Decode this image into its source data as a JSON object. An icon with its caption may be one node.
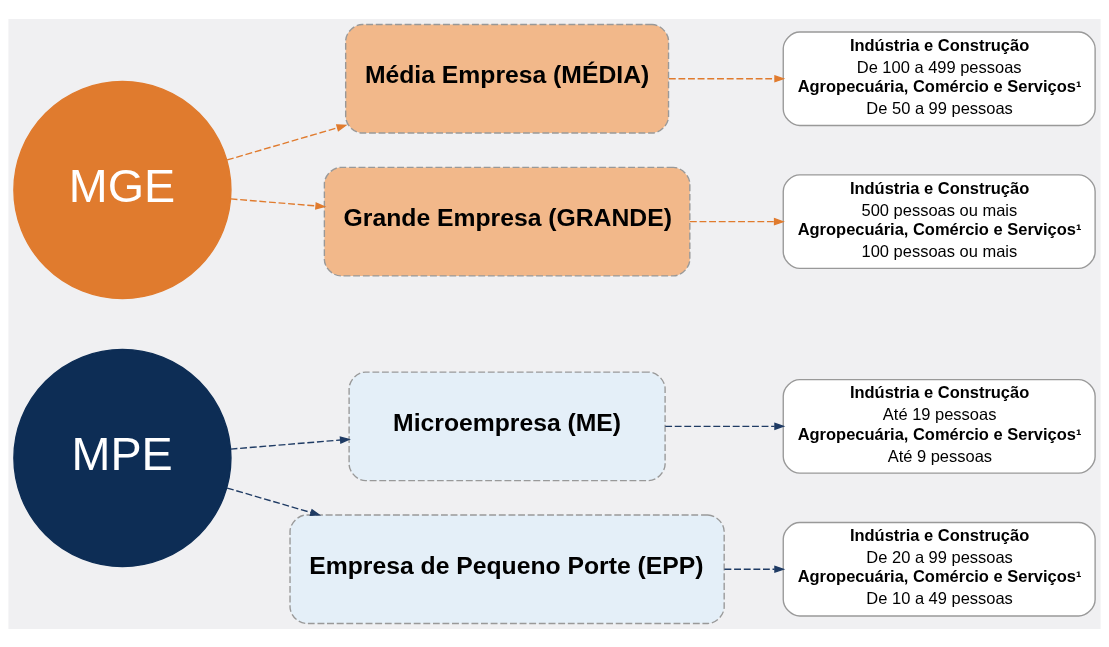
{
  "diagram": {
    "nodes": [
      {
        "text": [
          "MPE"
        ]
      },
      {
        "text": [
          "Microempresa (ME)"
        ]
      },
      {
        "text": [
          "Empresa de Pequeno Porte (EPP)"
        ]
      },
      {
        "text": [
          "Indústria e Construção",
          "Até 19 pessoas",
          "Agropecuária, Comércio e Serviços¹",
          "Até 9 pessoas"
        ]
      },
      {
        "text": [
          "Indústria e Construção",
          "De 20 a 99 pessoas",
          "Agropecuária, Comércio e Serviços¹",
          "De 10 a 49 pessoas"
        ]
      },
      {
        "text": [
          "MGE"
        ]
      },
      {
        "text": [
          "Média Empresa (MÉDIA)"
        ]
      },
      {
        "text": [
          "Grande Empresa (GRANDE)"
        ]
      },
      {
        "text": [
          "Indústria e Construção",
          "De 100 a 499 pessoas",
          "Agropecuária, Comércio e Serviços¹",
          "De 50 a 99 pessoas"
        ]
      },
      {
        "text": [
          "Indústria e Construção",
          "500 pessoas ou mais",
          "Agropecuária, Comércio e Serviços¹",
          "100 pessoas ou mais"
        ]
      }
    ],
    "edges": [
      {
        "from": 0,
        "to": 1,
        "arrow": "to",
        "style": "dashed",
        "color": "#1f3b64"
      },
      {
        "from": 0,
        "to": 2,
        "arrow": "to",
        "style": "dashed",
        "color": "#1f3b64"
      },
      {
        "from": 1,
        "to": 3,
        "arrow": "to",
        "style": "dashed",
        "color": "#1f3b64"
      },
      {
        "from": 2,
        "to": 4,
        "arrow": "to",
        "style": "dashed",
        "color": "#1f3b64"
      },
      {
        "from": 5,
        "to": 6,
        "arrow": "to",
        "style": "dashed",
        "color": "#e07b2e"
      },
      {
        "from": 5,
        "to": 7,
        "arrow": "to",
        "style": "dashed",
        "color": "#e07b2e"
      },
      {
        "from": 6,
        "to": 8,
        "arrow": "to",
        "style": "dashed",
        "color": "#e07b2e"
      },
      {
        "from": 7,
        "to": 9,
        "arrow": "to",
        "style": "dashed",
        "color": "#e07b2e"
      }
    ]
  }
}
